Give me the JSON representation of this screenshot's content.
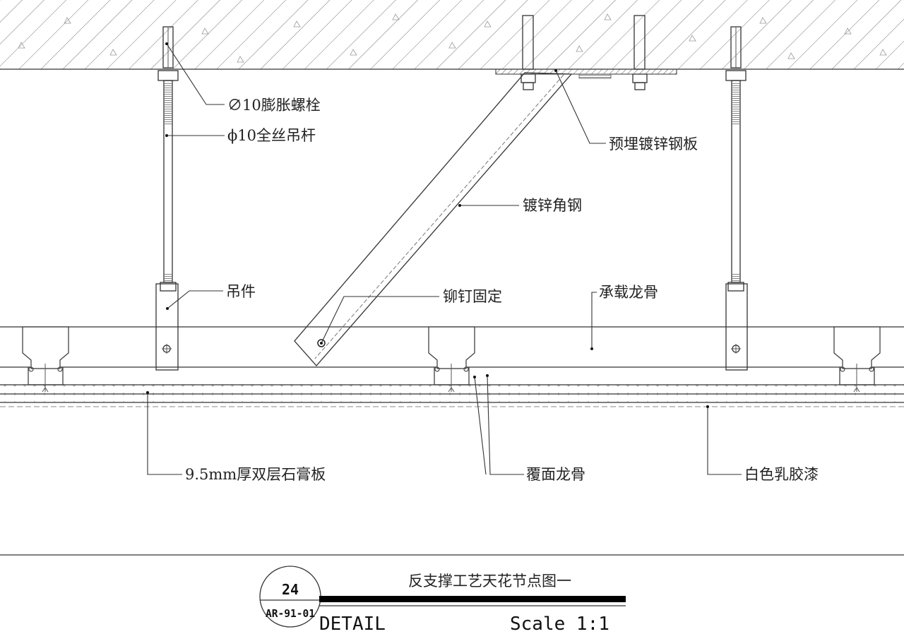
{
  "drawing": {
    "labels": {
      "expansion_bolt": "∅10膨胀螺栓",
      "threaded_rod": "ϕ10全丝吊杆",
      "embedded_plate": "预埋镀锌钢板",
      "angle_steel": "镀锌角钢",
      "hanger": "吊件",
      "rivet": "铆钉固定",
      "main_channel": "承载龙骨",
      "gypsum_board": "9.5mm厚双层石膏板",
      "cover_channel": "覆面龙骨",
      "latex_paint": "白色乳胶漆"
    }
  },
  "title_block": {
    "detail_number": "24",
    "sheet_ref": "AR-91-01",
    "title": "反支撑工艺天花节点图一",
    "detail_label": "DETAIL",
    "scale": "Scale 1:1"
  }
}
